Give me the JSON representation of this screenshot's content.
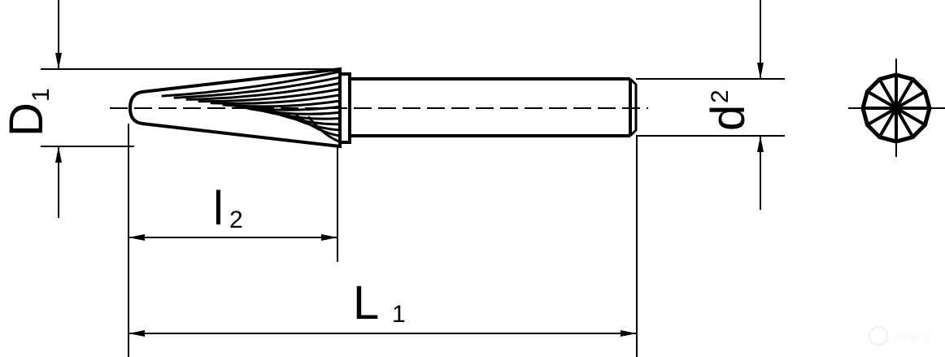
{
  "colors": {
    "line": "#000000",
    "background": "#ffffff",
    "watermark": "#f0e4e4"
  },
  "labels": {
    "D1": {
      "main": "D",
      "sub": "1"
    },
    "d2": {
      "main": "d",
      "sub": "2"
    },
    "l2": {
      "main": "l",
      "sub": "2"
    },
    "L1": {
      "main": "L",
      "sub": "1"
    }
  },
  "watermark": {
    "text": "enex"
  }
}
